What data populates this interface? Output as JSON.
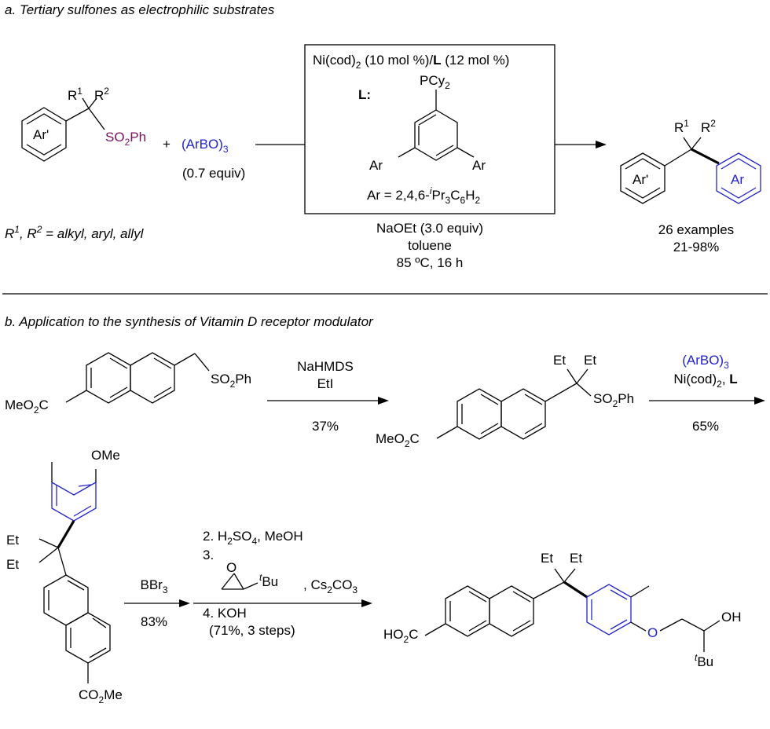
{
  "part_a": {
    "heading": "a. Tertiary sulfones as electrophilic substrates",
    "substrate": {
      "r1": "R",
      "r1_sup": "1",
      "r2": "R",
      "r2_sup": "2",
      "ring_label": "Ar'",
      "so2ph_a": "SO",
      "so2ph_sub": "2",
      "so2ph_b": "Ph"
    },
    "plus": "+",
    "reagent": {
      "main": "(ArBO)",
      "sub": "3"
    },
    "reagent_equiv": "(0.7 equiv)",
    "r_note": {
      "r1": "R",
      "r1_sup": "1",
      "sep": ", ",
      "r2": "R",
      "r2_sup": "2",
      "rest": " = alkyl, aryl, allyl"
    },
    "box": {
      "cat_a": "Ni(cod)",
      "cat_sub": "2",
      "cat_b": " (10 mol %)/",
      "cat_L": "L",
      "cat_c": " (12 mol %)",
      "L_label": "L:",
      "pcy_a": "PCy",
      "pcy_sub": "2",
      "ar_left": "Ar",
      "ar_right": "Ar",
      "ar_def_a": "Ar = 2,4,6-",
      "ar_def_i": "i",
      "ar_def_b": "Pr",
      "ar_def_sub1": "3",
      "ar_def_c": "C",
      "ar_def_sub2": "6",
      "ar_def_d": "H",
      "ar_def_sub3": "2"
    },
    "conditions": {
      "base": "NaOEt (3.0 equiv)",
      "solvent": "toluene",
      "temp": "85 ºC, 16 h"
    },
    "product": {
      "r1": "R",
      "r1_sup": "1",
      "r2": "R",
      "r2_sup": "2",
      "ring_left": "Ar'",
      "ring_right": "Ar",
      "examples": "26 examples",
      "yield": "21-98%"
    }
  },
  "part_b": {
    "heading": "b. Application to the synthesis of Vitamin D receptor modulator",
    "sm": {
      "so2ph_a": "SO",
      "so2ph_sub": "2",
      "so2ph_b": "Ph",
      "ester_a": "MeO",
      "ester_sub": "2",
      "ester_b": "C"
    },
    "step1": {
      "reagent1": "NaHMDS",
      "reagent2": "EtI",
      "yield": "37%"
    },
    "int1": {
      "et1": "Et",
      "et2": "Et",
      "so2ph_a": "SO",
      "so2ph_sub": "2",
      "so2ph_b": "Ph",
      "ester_a": "MeO",
      "ester_sub": "2",
      "ester_b": "C"
    },
    "step2": {
      "reagent_a": "(ArBO)",
      "reagent_sub": "3",
      "cat_a": "Ni(cod)",
      "cat_sub": "2",
      "cat_b": ", ",
      "cat_L": "L",
      "yield": "65%"
    },
    "int2": {
      "ome": "OMe",
      "et1": "Et",
      "et2": "Et",
      "ester_a": "CO",
      "ester_sub": "2",
      "ester_b": "Me"
    },
    "step3": {
      "reagent_a": "BBr",
      "reagent_sub": "3",
      "yield": "83%"
    },
    "step4": {
      "line2_a": "2. H",
      "line2_sub": "2",
      "line2_b": "SO",
      "line2_sub2": "4",
      "line2_c": ", MeOH",
      "line3": "3.",
      "epox_o": "O",
      "epox_sup": "t",
      "epox_bu": "Bu",
      "cs_a": ", Cs",
      "cs_sub": "2",
      "cs_b": "CO",
      "cs_sub2": "3",
      "line4": "4. KOH",
      "yield": "(71%, 3 steps)"
    },
    "final": {
      "et1": "Et",
      "et2": "Et",
      "acid_a": "HO",
      "acid_sub": "2",
      "acid_b": "C",
      "o": "O",
      "oh": "OH",
      "tbu_sup": "t",
      "tbu": "Bu"
    }
  }
}
